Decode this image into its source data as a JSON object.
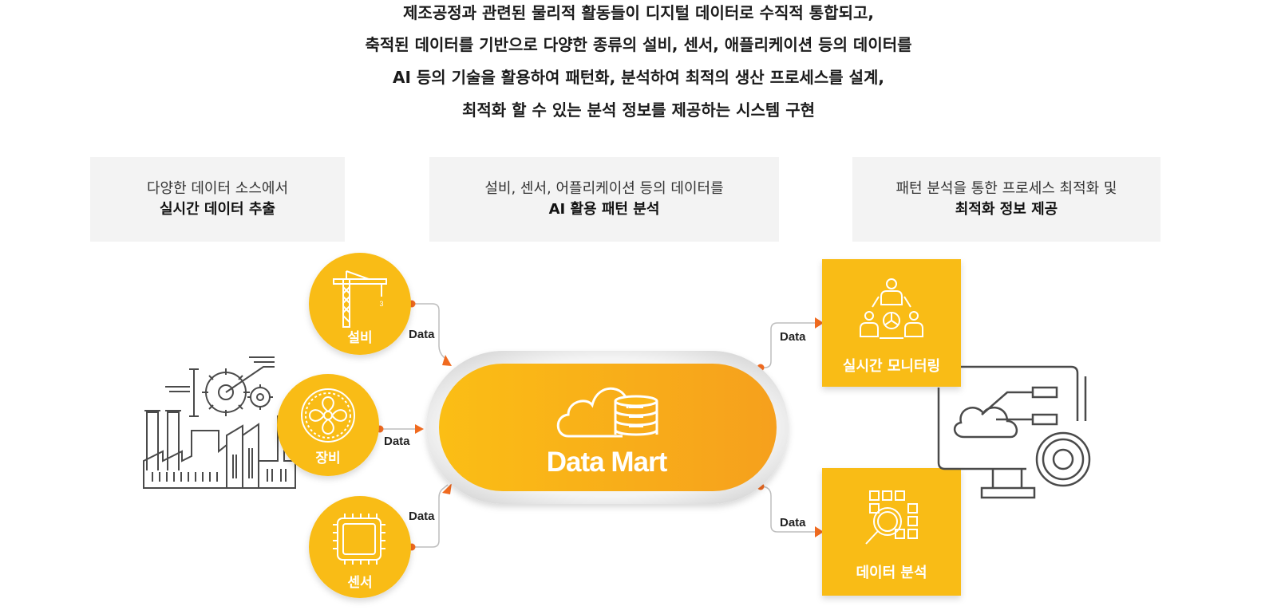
{
  "intro": {
    "lines": [
      "제조공정과 관련된 물리적 활동들이 디지털 데이터로 수직적 통합되고,",
      "축적된 데이터를 기반으로 다양한 종류의 설비, 센서, 애플리케이션 등의 데이터를",
      "AI 등의 기술을 활용하여 패턴화, 분석하여 최적의 생산 프로세스를 설계,",
      "최적화 할 수 있는 분석 정보를 제공하는 시스템 구현"
    ]
  },
  "steps": [
    {
      "line1": "다양한 데이터 소스에서",
      "line2": "실시간 데이터 추출"
    },
    {
      "line1": "설비, 센서, 어플리케이션 등의 데이터를",
      "line2": "AI 활용 패턴 분석"
    },
    {
      "line1": "패턴 분석을 통한 프로세스 최적화 및",
      "line2": "최적화 정보 제공"
    }
  ],
  "sources": [
    {
      "label": "설비",
      "icon": "crane-icon"
    },
    {
      "label": "장비",
      "icon": "fan-icon"
    },
    {
      "label": "센서",
      "icon": "chip-icon"
    }
  ],
  "data_label": "Data",
  "hub": {
    "label": "Data Mart",
    "icon": "cloud-database-icon"
  },
  "outputs": [
    {
      "label": "실시간 모니터링",
      "icon": "team-monitoring-icon"
    },
    {
      "label": "데이터 분석",
      "icon": "data-analysis-icon"
    }
  ],
  "colors": {
    "accent": "#f9bc15",
    "hub_start": "#fbbe15",
    "hub_end": "#f6a01d",
    "arrow": "#f06a1f",
    "connector": "#bdbdbd",
    "line_art": "#4a4a4a"
  }
}
